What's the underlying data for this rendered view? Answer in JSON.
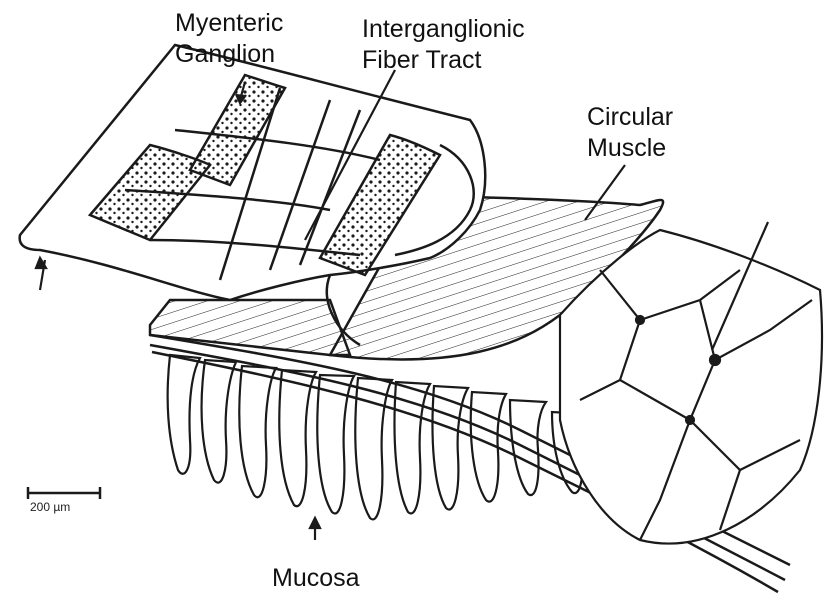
{
  "labels": {
    "myenteric_ganglion": [
      "Myenteric",
      "Ganglion"
    ],
    "interganglionic_tract": [
      "Interganglionic",
      "Fiber Tract"
    ],
    "circular_muscle": [
      "Circular",
      "Muscle"
    ],
    "mucosa": "Mucosa"
  },
  "scale_bar": {
    "text": "200 µm"
  },
  "colors": {
    "ink": "#1a1a1a",
    "paper": "#ffffff"
  }
}
